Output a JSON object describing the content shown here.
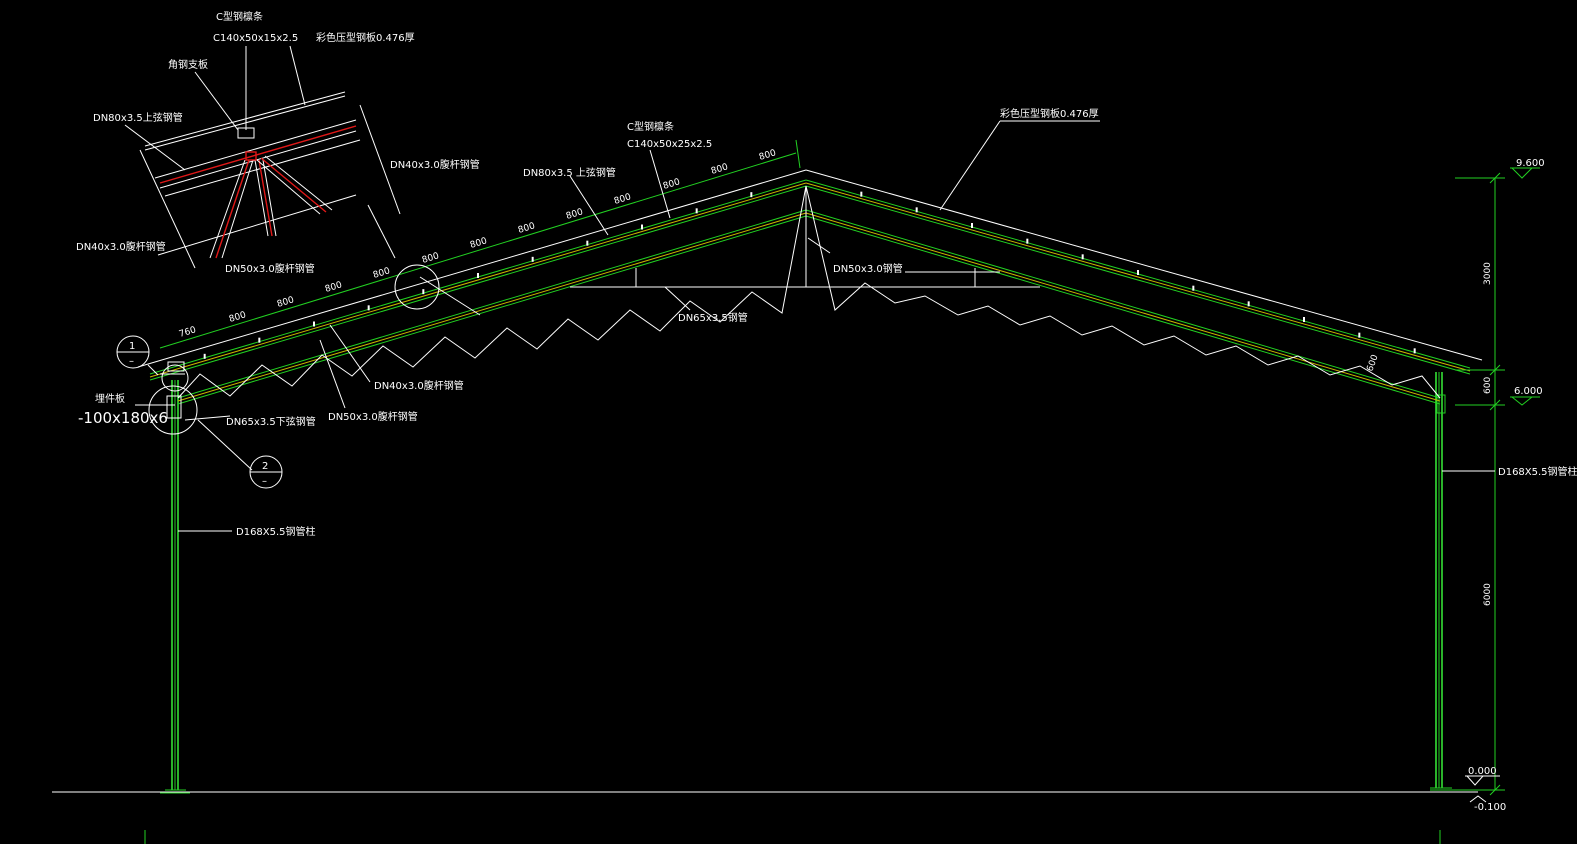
{
  "drawing": {
    "labels": {
      "purlin_type_small": "C型钢檩条",
      "purlin_size_small": "C140x50x15x2.5",
      "roof_sheet_small": "彩色压型钢板0.476厚",
      "gutter_small": "角钢支板",
      "top_chord_detail": "DN80x3.5上弦钢管",
      "web_detail_1": "DN40x3.0腹杆钢管",
      "web_detail_2": "DN40x3.0腹杆钢管",
      "web_detail_3": "DN50x3.0腹杆钢管",
      "purlin_type": "C型钢檩条",
      "purlin_size": "C140x50x25x2.5",
      "top_chord": "DN80x3.5  上弦钢管",
      "roof_sheet": "彩色压型钢板0.476厚",
      "king_post": "DN50x3.0钢管",
      "tie_bar": "DN65x3.5钢管",
      "web_40": "DN40x3.0腹杆钢管",
      "web_50": "DN50x3.0腹杆钢管",
      "bottom_chord": "DN65x3.5下弦钢管",
      "plate_label": "埋件板",
      "plate_size": "-100x180x6",
      "column_left": "D168X5.5钢管柱",
      "column_right": "D168X5.5钢管柱"
    },
    "callouts": [
      {
        "num": "1",
        "sub": "–"
      },
      {
        "num": "2",
        "sub": "–"
      }
    ],
    "spacing_dims": [
      "760",
      "800",
      "800",
      "800",
      "800",
      "800",
      "800",
      "800",
      "800",
      "800",
      "800",
      "800",
      "800"
    ],
    "vertical_dims": [
      "3000",
      "600",
      "6000",
      "600"
    ],
    "elevations": [
      "9.600",
      "6.000",
      "0.000",
      "-0.100"
    ]
  }
}
